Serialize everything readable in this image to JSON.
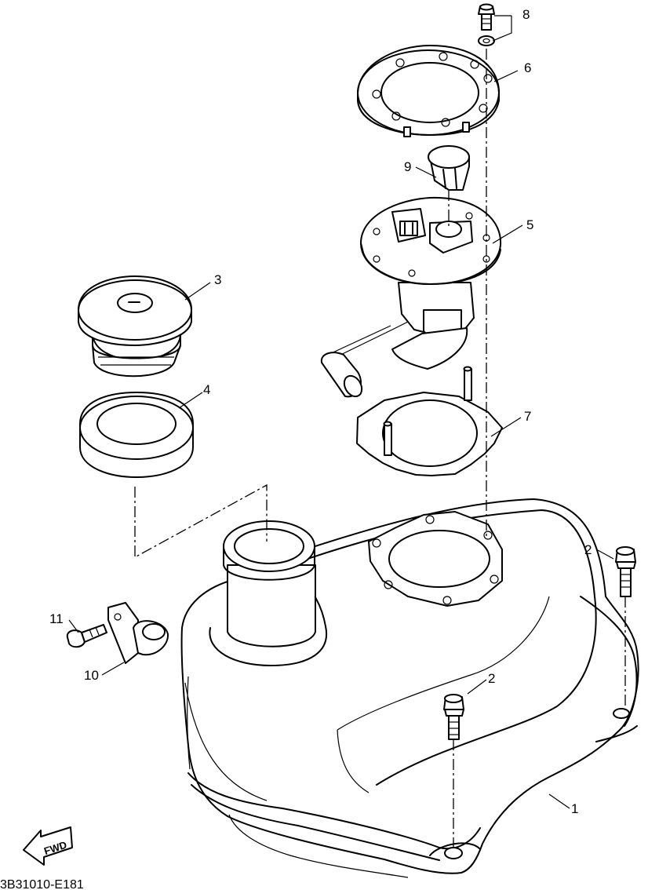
{
  "drawing_code": "3B31010-E181",
  "direction_label": "FWD",
  "callouts": {
    "c1": "1",
    "c2a": "2",
    "c2b": "2",
    "c3": "3",
    "c4": "4",
    "c5": "5",
    "c6": "6",
    "c7": "7",
    "c8": "8",
    "c9": "9",
    "c10": "10",
    "c11": "11"
  },
  "parts": [
    {
      "number": "1",
      "icon": "fuel-tank-icon"
    },
    {
      "number": "2",
      "icon": "bolt-icon"
    },
    {
      "number": "3",
      "icon": "fuel-cap-icon"
    },
    {
      "number": "4",
      "icon": "cap-gasket-icon"
    },
    {
      "number": "5",
      "icon": "fuel-pump-icon"
    },
    {
      "number": "6",
      "icon": "pump-retainer-plate-icon"
    },
    {
      "number": "7",
      "icon": "pump-gasket-icon"
    },
    {
      "number": "8",
      "icon": "bolt-washer-icon"
    },
    {
      "number": "9",
      "icon": "pump-connector-cap-icon"
    },
    {
      "number": "10",
      "icon": "hose-clamp-bracket-icon"
    },
    {
      "number": "11",
      "icon": "bracket-screw-icon"
    }
  ]
}
